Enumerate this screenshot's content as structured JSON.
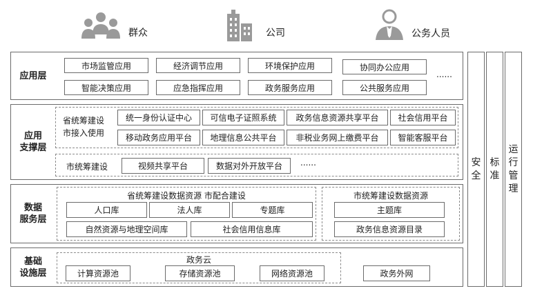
{
  "actors": [
    {
      "label": "群众",
      "icon": "group-of-people-icon"
    },
    {
      "label": "公司",
      "icon": "office-building-icon"
    },
    {
      "label": "公务人员",
      "icon": "officer-person-icon"
    }
  ],
  "layers": {
    "application": {
      "name": "应用层",
      "row1": [
        "市场监管应用",
        "经济调节应用",
        "环境保护应用",
        "协同办公应用"
      ],
      "row2": [
        "智能决策应用",
        "应急指挥应用",
        "政务服务应用",
        "公共服务应用"
      ],
      "more": "......"
    },
    "support": {
      "name_line1": "应用",
      "name_line2": "支撑层",
      "provincial_label_line1": "省统筹建设",
      "provincial_label_line2": "市接入使用",
      "row1": [
        "统一身份认证中心",
        "可信电子证照系统",
        "政务信息资源共享平台",
        "社会信用平台"
      ],
      "row2": [
        "移动政务应用平台",
        "地理信息公共平台",
        "非税业务网上缴费平台",
        "智能客服平台"
      ],
      "city_label": "市统筹建设",
      "city_items": [
        "视频共享平台",
        "数据对外开放平台"
      ],
      "more": "......"
    },
    "data": {
      "name_line1": "数据",
      "name_line2": "服务层",
      "provincial_title": "省统筹建设数据资源  市配合建设",
      "provincial_row1": [
        "人口库",
        "法人库",
        "专题库"
      ],
      "provincial_row2": [
        "自然资源与地理空间库",
        "社会信用信息库"
      ],
      "city_title": "市统筹建设数据资源",
      "city_items": [
        "主题库",
        "政务信息资源目录"
      ]
    },
    "infrastructure": {
      "name_line1": "基础",
      "name_line2": "设施层",
      "cloud_title": "政务云",
      "cloud_items": [
        "计算资源池",
        "存储资源池",
        "网络资源池"
      ],
      "extranet": "政务外网"
    }
  },
  "side_columns": [
    {
      "lines": [
        "安",
        "全"
      ]
    },
    {
      "lines": [
        "标",
        "准"
      ]
    },
    {
      "lines": [
        "运",
        "行",
        "管",
        "理"
      ]
    }
  ],
  "colors": {
    "border": "#6a6a6a",
    "icon": "#9a9a9a",
    "dash": "#8a8a8a"
  }
}
